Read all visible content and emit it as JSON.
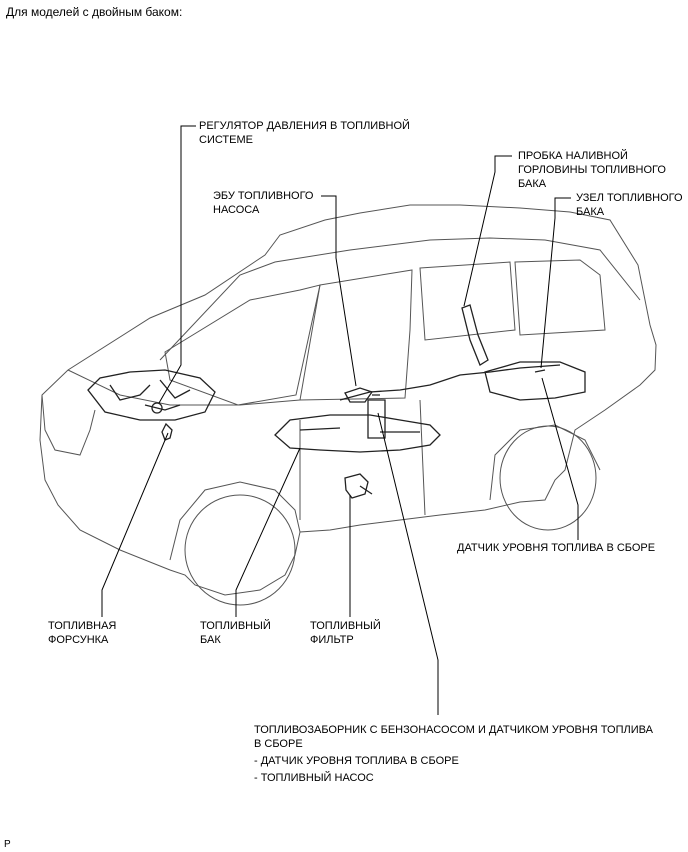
{
  "intro": "Для моделей с двойным баком:",
  "labels": {
    "pressure_regulator": [
      "РЕГУЛЯТОР ДАВЛЕНИЯ В ТОПЛИВНОЙ",
      "СИСТЕМЕ"
    ],
    "pump_ecu": [
      "ЭБУ ТОПЛИВНОГО",
      "НАСОСА"
    ],
    "filler_cap": [
      "ПРОБКА НАЛИВНОЙ",
      "ГОРЛОВИНЫ ТОПЛИВНОГО",
      "БАКА"
    ],
    "tank_assembly": [
      "УЗЕЛ ТОПЛИВНОГО",
      "БАКА"
    ],
    "level_sensor": "ДАТЧИК УРОВНЯ ТОПЛИВА В СБОРЕ",
    "injector": [
      "ТОПЛИВНАЯ",
      "ФОРСУНКА"
    ],
    "fuel_tank": [
      "ТОПЛИВНЫЙ",
      "БАК"
    ],
    "fuel_filter": [
      "ТОПЛИВНЫЙ",
      "ФИЛЬТР"
    ],
    "suction": [
      "ТОПЛИВОЗАБОРНИК С БЕНЗОНАСОСОМ И ДАТЧИКОМ УРОВНЯ ТОПЛИВА",
      "В СБОРЕ"
    ],
    "suction_items": [
      "- ДАТЧИК УРОВНЯ ТОПЛИВА В СБОРЕ",
      "- ТОПЛИВНЫЙ НАСОС"
    ]
  },
  "footer": "P"
}
